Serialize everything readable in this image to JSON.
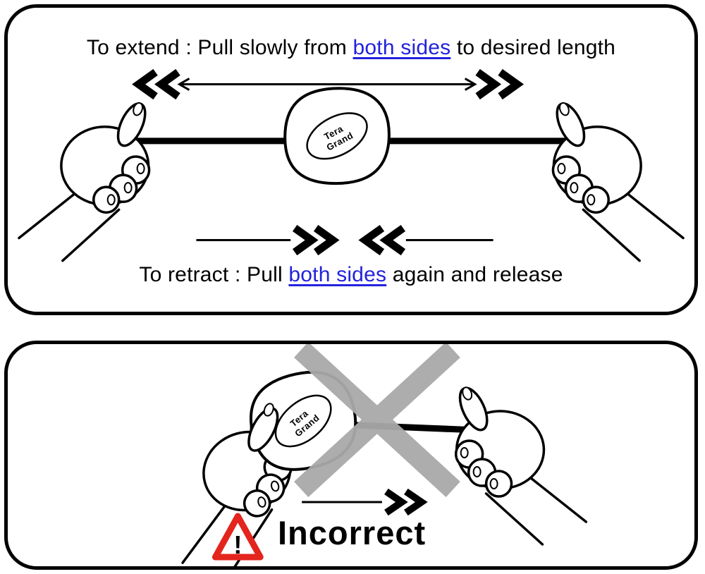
{
  "top_panel": {
    "extend": {
      "prefix": "To extend : Pull slowly from ",
      "highlight": "both sides",
      "suffix": " to desired length"
    },
    "retract": {
      "prefix": "To retract : Pull ",
      "highlight": "both sides",
      "suffix": " again and release"
    }
  },
  "bottom_panel": {
    "incorrect_label": "Incorrect",
    "warning_exclamation": "!"
  },
  "device": {
    "brand_line1": "Tera",
    "brand_line2": "Grand"
  },
  "colors": {
    "highlight_blue": "#2222dd",
    "warning_red": "#e3251d",
    "cross_gray": "#a9a9a9",
    "ink": "#000000"
  }
}
